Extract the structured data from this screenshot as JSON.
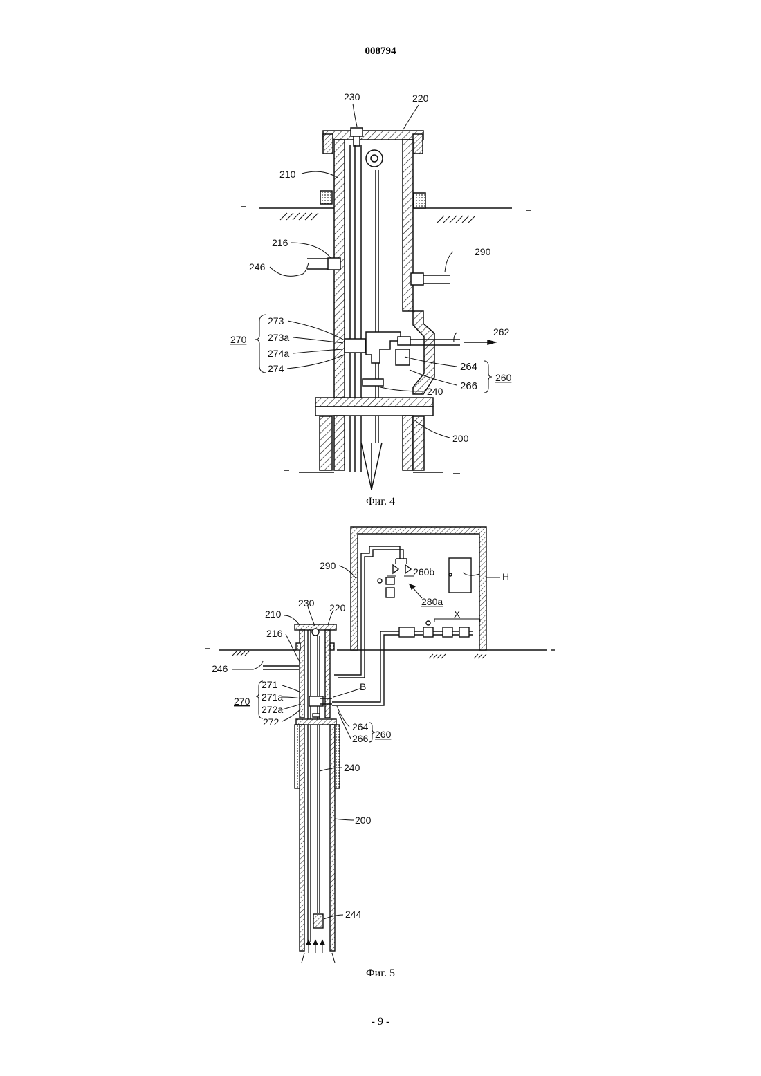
{
  "header": {
    "doc_number": "008794"
  },
  "fig4": {
    "caption": "Фиг. 4",
    "labels": {
      "l230": "230",
      "l220": "220",
      "l210": "210",
      "l216": "216",
      "l246": "246",
      "l290": "290",
      "l273": "273",
      "l273a": "273a",
      "l274a": "274a",
      "l274": "274",
      "l270": "270",
      "l262": "262",
      "l264": "264",
      "l266": "266",
      "l260": "260",
      "l240": "240",
      "l200": "200"
    }
  },
  "fig5": {
    "caption": "Фиг. 5",
    "labels": {
      "l290": "290",
      "l260b": "260b",
      "l280a": "280a",
      "lH": "H",
      "lX": "X",
      "l230": "230",
      "l220": "220",
      "l210": "210",
      "l216": "216",
      "l246": "246",
      "l271": "271",
      "l271a": "271a",
      "l272a": "272a",
      "l272": "272",
      "l270": "270",
      "lB": "B",
      "l264": "264",
      "l266": "266",
      "l260": "260",
      "l240": "240",
      "l200": "200",
      "l244": "244"
    }
  },
  "footer": {
    "page": "- 9 -"
  }
}
